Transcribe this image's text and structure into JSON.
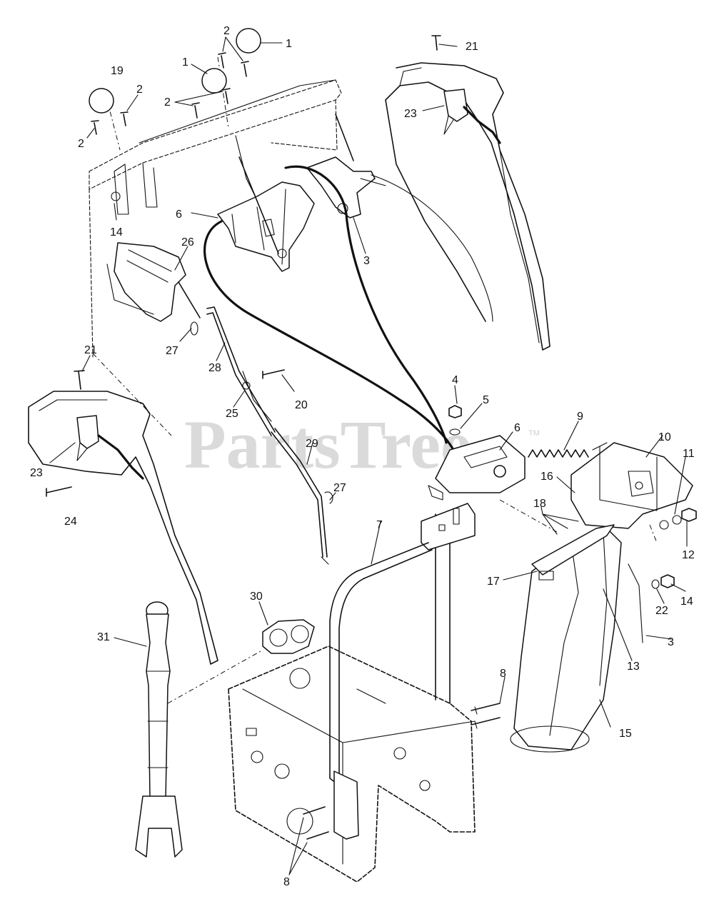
{
  "watermark": {
    "text": "PartsTree",
    "tm": "TM"
  },
  "callouts": [
    {
      "id": "c-2a",
      "text": "2"
    },
    {
      "id": "c-1a",
      "text": "1"
    },
    {
      "id": "c-1b",
      "text": "1"
    },
    {
      "id": "c-19",
      "text": "19"
    },
    {
      "id": "c-2b",
      "text": "2"
    },
    {
      "id": "c-2c",
      "text": "2"
    },
    {
      "id": "c-2d",
      "text": "2"
    },
    {
      "id": "c-21a",
      "text": "21"
    },
    {
      "id": "c-23a",
      "text": "23"
    },
    {
      "id": "c-14a",
      "text": "14"
    },
    {
      "id": "c-6a",
      "text": "6"
    },
    {
      "id": "c-3a",
      "text": "3"
    },
    {
      "id": "c-26",
      "text": "26"
    },
    {
      "id": "c-27a",
      "text": "27"
    },
    {
      "id": "c-28",
      "text": "28"
    },
    {
      "id": "c-21b",
      "text": "21"
    },
    {
      "id": "c-20",
      "text": "20"
    },
    {
      "id": "c-25",
      "text": "25"
    },
    {
      "id": "c-4",
      "text": "4"
    },
    {
      "id": "c-5",
      "text": "5"
    },
    {
      "id": "c-6b",
      "text": "6"
    },
    {
      "id": "c-9",
      "text": "9"
    },
    {
      "id": "c-10",
      "text": "10"
    },
    {
      "id": "c-11",
      "text": "11"
    },
    {
      "id": "c-16",
      "text": "16"
    },
    {
      "id": "c-29",
      "text": "29"
    },
    {
      "id": "c-23b",
      "text": "23"
    },
    {
      "id": "c-24",
      "text": "24"
    },
    {
      "id": "c-27b",
      "text": "27"
    },
    {
      "id": "c-18",
      "text": "18"
    },
    {
      "id": "c-12",
      "text": "12"
    },
    {
      "id": "c-7",
      "text": "7"
    },
    {
      "id": "c-17",
      "text": "17"
    },
    {
      "id": "c-22",
      "text": "22"
    },
    {
      "id": "c-14b",
      "text": "14"
    },
    {
      "id": "c-30",
      "text": "30"
    },
    {
      "id": "c-31",
      "text": "31"
    },
    {
      "id": "c-3b",
      "text": "3"
    },
    {
      "id": "c-13",
      "text": "13"
    },
    {
      "id": "c-8a",
      "text": "8"
    },
    {
      "id": "c-15",
      "text": "15"
    },
    {
      "id": "c-8b",
      "text": "8"
    }
  ]
}
